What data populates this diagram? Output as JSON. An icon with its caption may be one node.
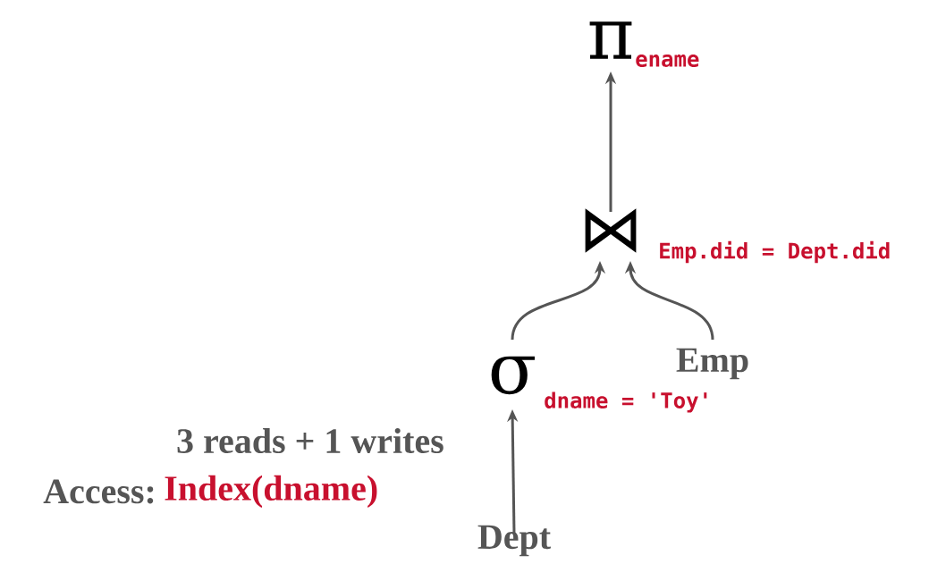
{
  "diagram": {
    "nodes": [
      {
        "text": [
          "π"
        ],
        "beside": [
          "ename"
        ]
      },
      {
        "text": [
          "⋈"
        ],
        "beside": [
          "Emp.did = Dept.did"
        ]
      },
      {
        "text": [
          "σ"
        ],
        "beside": [
          "dname = 'Toy'"
        ]
      },
      {
        "text": [
          "Emp"
        ]
      },
      {
        "text": [
          "Dept"
        ]
      }
    ],
    "edges": [
      {
        "from": 1,
        "to": 0,
        "arrow": "to"
      },
      {
        "from": 2,
        "to": 1,
        "arrow": "to"
      },
      {
        "from": 3,
        "to": 1,
        "arrow": "to"
      },
      {
        "from": 4,
        "to": 2,
        "arrow": "to"
      }
    ],
    "labels": [
      "3 reads + 1 writes",
      "Access:",
      "Index(dname)"
    ]
  }
}
